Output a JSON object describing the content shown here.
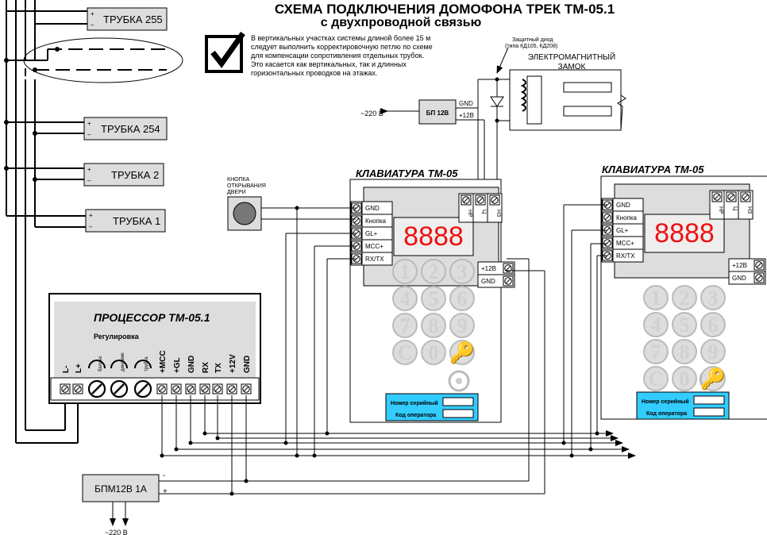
{
  "title": "СХЕМА ПОДКЛЮЧЕНИЯ ДОМОФОНА ТРЕК ТМ-05.1",
  "subtitle": "с двухпроводной связью",
  "note_lines": [
    "В вертикальных участках системы  длиной более 15 м",
    "следует выполнить корректировочную петлю по схеме",
    "для компенсации сопротивления отдельных трубок.",
    "Это касается как вертикальных, так и длинных",
    "горизонтальных проводков на этажах."
  ],
  "handsets": [
    {
      "label": "ТРУБКА 255",
      "plus": "+",
      "minus": "–"
    },
    {
      "label": "ТРУБКА 254",
      "plus": "+",
      "minus": "–"
    },
    {
      "label": "ТРУБКА 2",
      "plus": "+",
      "minus": "–"
    },
    {
      "label": "ТРУБКА 1",
      "plus": "+",
      "minus": "–"
    }
  ],
  "diode_label": [
    "Защитный диод",
    "(типа КД105, КД208)"
  ],
  "lock_label": [
    "ЭЛЕКТРОМАГНИТНЫЙ",
    "ЗАМОК"
  ],
  "psu_small": {
    "label": "БП 12В",
    "gnd": "GND",
    "plus12": "+12В",
    "mains": "~220 В"
  },
  "door_button_label": [
    "КНОПКА",
    "ОТКРЫВАНИЯ",
    "ДВЕРИ"
  ],
  "keypad1": {
    "title": "КЛАВИАТУРА ТМ-05",
    "display": "8888",
    "left_terminals": [
      "GND",
      "Кнопка",
      "GL+",
      "MCC+",
      "RX/TX"
    ],
    "relay_terminals": [
      "НР",
      "Ц",
      "НЗ"
    ],
    "right_terminals": [
      "+12В",
      "GND"
    ],
    "keys": [
      "1",
      "2",
      "3",
      "4",
      "5",
      "6",
      "7",
      "8",
      "9",
      "C",
      "0",
      "🔑"
    ],
    "serial_label": "Номер серийный",
    "operator_label": "Код оператора"
  },
  "keypad2": {
    "title": "КЛАВИАТУРА ТМ-05",
    "display": "8888",
    "left_terminals": [
      "GND",
      "Кнопка",
      "GL+",
      "MCC+",
      "RX/TX"
    ],
    "relay_terminals": [
      "НР",
      "Ц",
      "НЗ"
    ],
    "right_terminals": [
      "+12В",
      "GND"
    ],
    "keys": [
      "1",
      "2",
      "3",
      "4",
      "5",
      "6",
      "7",
      "8",
      "9",
      "C",
      "0",
      "🔑"
    ],
    "serial_label": "Номер серийный",
    "operator_label": "Код оператора"
  },
  "processor": {
    "title": "ПРОЦЕССОР ТМ-05.1",
    "adjust_label": "Регулировка",
    "pot_labels": [
      "баланс",
      "динамик",
      "трубка"
    ],
    "terminal_labels": [
      "L-",
      "L+",
      "+MCC",
      "+GL",
      "GND",
      "RX",
      "TX",
      "+12V",
      "GND"
    ]
  },
  "psu_main": {
    "label": "БПМ12В 1А",
    "minus": "-",
    "plus": "+",
    "mains": "~220 В"
  }
}
